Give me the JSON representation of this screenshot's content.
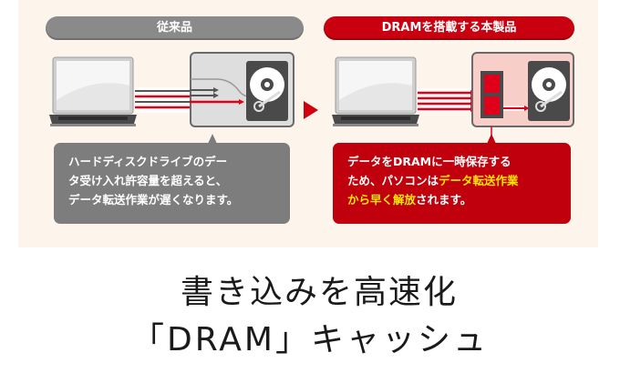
{
  "panel": {
    "background": "#fdf5ec"
  },
  "left": {
    "header": "従来品",
    "header_color": "#8a8a8a",
    "bubble_lines": [
      "ハードディスクドライブのデー",
      "タ受け入れ許容量を超えると、",
      "データ転送作業が遅くなります。"
    ],
    "bubble_color": "#7d7d7d",
    "icons": [
      "laptop-icon",
      "hard-disk-icon"
    ]
  },
  "right": {
    "header": "DRAMを搭載する本製品",
    "header_color": "#c9000f",
    "bubble_line1": "データをDRAMに一時保存する",
    "bubble_line2_plain": "ため、パソコンは",
    "bubble_line2_highlight": "データ転送作業",
    "bubble_line3_highlight": "から早く解放",
    "bubble_line3_plain": "されます。",
    "bubble_color": "#c0000c",
    "highlight_color": "#ffe600",
    "icons": [
      "laptop-icon",
      "dram-chip-icon",
      "hard-disk-icon"
    ]
  },
  "arrow_color": "#d0000f",
  "caption": {
    "line1": "書き込みを高速化",
    "line2": "「DRAM」キャッシュ"
  }
}
